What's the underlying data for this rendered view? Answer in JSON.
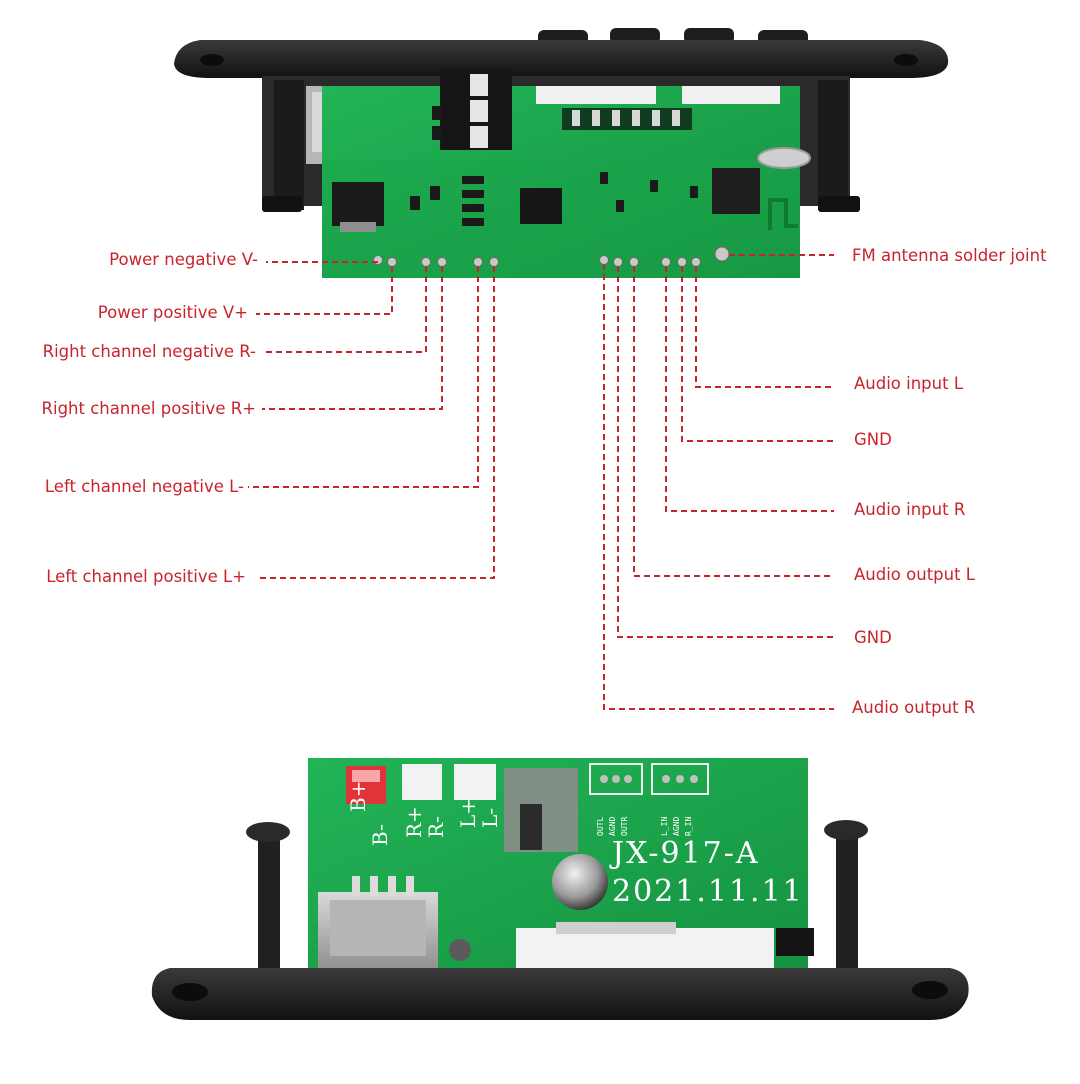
{
  "left_labels": [
    {
      "id": "power-negative",
      "text": "Power negative V-"
    },
    {
      "id": "power-positive",
      "text": "Power positive V+"
    },
    {
      "id": "right-channel-negative",
      "text": "Right channel negative R-"
    },
    {
      "id": "right-channel-positive",
      "text": "Right channel positive R+"
    },
    {
      "id": "left-channel-negative",
      "text": "Left channel negative L-"
    },
    {
      "id": "left-channel-positive",
      "text": "Left channel positive L+"
    }
  ],
  "right_labels": [
    {
      "id": "fm-antenna",
      "text": "FM antenna solder joint"
    },
    {
      "id": "audio-input-l",
      "text": "Audio input L"
    },
    {
      "id": "gnd-1",
      "text": "GND"
    },
    {
      "id": "audio-input-r",
      "text": "Audio input R"
    },
    {
      "id": "audio-output-l",
      "text": "Audio output L"
    },
    {
      "id": "gnd-2",
      "text": "GND"
    },
    {
      "id": "audio-output-r",
      "text": "Audio output R"
    }
  ],
  "board_markings": {
    "model": "JX-917-A",
    "date": "2021.11.11",
    "power_plus": "B+",
    "power_minus": "B-",
    "right_plus": "R+",
    "right_minus": "R-",
    "left_plus": "L+",
    "left_minus": "L-",
    "top_connector_pins": [
      "OUTL",
      "AGND",
      "OUTR"
    ],
    "right_connector_pins": [
      "L_IN",
      "AGND",
      "R_IN"
    ]
  },
  "colors": {
    "pcb_green": "#19a64a",
    "leader_red": "#c8242c",
    "bezel_black": "#1c1c1c"
  }
}
